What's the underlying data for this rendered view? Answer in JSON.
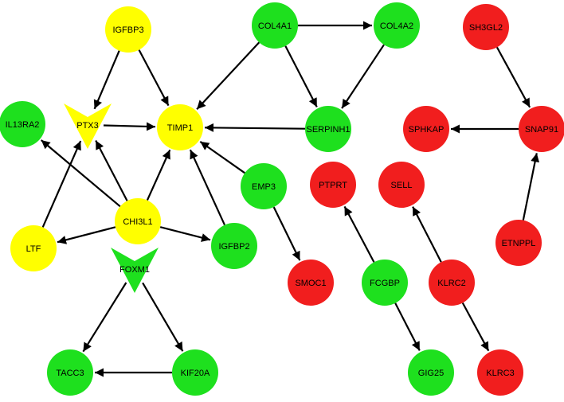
{
  "colors": {
    "yellow": "#FFFF00",
    "green": "#1EE01E",
    "red": "#F11E1E",
    "edge": "#000000"
  },
  "nodes": [
    {
      "id": "IGFBP3",
      "label": "IGFBP3",
      "color": "yellow",
      "shape": "circle"
    },
    {
      "id": "PTX3",
      "label": "PTX3",
      "color": "yellow",
      "shape": "v"
    },
    {
      "id": "TIMP1",
      "label": "TIMP1",
      "color": "yellow",
      "shape": "circle"
    },
    {
      "id": "CHI3L1",
      "label": "CHI3L1",
      "color": "yellow",
      "shape": "circle"
    },
    {
      "id": "LTF",
      "label": "LTF",
      "color": "yellow",
      "shape": "circle"
    },
    {
      "id": "IL13RA2",
      "label": "IL13RA2",
      "color": "green",
      "shape": "circle"
    },
    {
      "id": "COL4A1",
      "label": "COL4A1",
      "color": "green",
      "shape": "circle"
    },
    {
      "id": "COL4A2",
      "label": "COL4A2",
      "color": "green",
      "shape": "circle"
    },
    {
      "id": "SERPINH1",
      "label": "SERPINH1",
      "color": "green",
      "shape": "circle"
    },
    {
      "id": "EMP3",
      "label": "EMP3",
      "color": "green",
      "shape": "circle"
    },
    {
      "id": "IGFBP2",
      "label": "IGFBP2",
      "color": "green",
      "shape": "circle"
    },
    {
      "id": "FOXM1",
      "label": "FOXM1",
      "color": "green",
      "shape": "v"
    },
    {
      "id": "TACC3",
      "label": "TACC3",
      "color": "green",
      "shape": "circle"
    },
    {
      "id": "KIF20A",
      "label": "KIF20A",
      "color": "green",
      "shape": "circle"
    },
    {
      "id": "FCGBP",
      "label": "FCGBP",
      "color": "green",
      "shape": "circle"
    },
    {
      "id": "GIG25",
      "label": "GIG25",
      "color": "green",
      "shape": "circle"
    },
    {
      "id": "SH3GL2",
      "label": "SH3GL2",
      "color": "red",
      "shape": "circle"
    },
    {
      "id": "SNAP91",
      "label": "SNAP91",
      "color": "red",
      "shape": "circle"
    },
    {
      "id": "SPHKAP",
      "label": "SPHKAP",
      "color": "red",
      "shape": "circle"
    },
    {
      "id": "ETNPPL",
      "label": "ETNPPL",
      "color": "red",
      "shape": "circle"
    },
    {
      "id": "PTPRT",
      "label": "PTPRT",
      "color": "red",
      "shape": "circle"
    },
    {
      "id": "SELL",
      "label": "SELL",
      "color": "red",
      "shape": "circle"
    },
    {
      "id": "SMOC1",
      "label": "SMOC1",
      "color": "red",
      "shape": "circle"
    },
    {
      "id": "KLRC2",
      "label": "KLRC2",
      "color": "red",
      "shape": "circle"
    },
    {
      "id": "KLRC3",
      "label": "KLRC3",
      "color": "red",
      "shape": "circle"
    }
  ],
  "edges": [
    {
      "from": "IGFBP3",
      "to": "PTX3"
    },
    {
      "from": "IGFBP3",
      "to": "TIMP1"
    },
    {
      "from": "PTX3",
      "to": "TIMP1"
    },
    {
      "from": "COL4A1",
      "to": "TIMP1"
    },
    {
      "from": "COL4A1",
      "to": "COL4A2"
    },
    {
      "from": "COL4A1",
      "to": "SERPINH1"
    },
    {
      "from": "COL4A2",
      "to": "SERPINH1"
    },
    {
      "from": "SERPINH1",
      "to": "TIMP1"
    },
    {
      "from": "CHI3L1",
      "to": "IL13RA2"
    },
    {
      "from": "CHI3L1",
      "to": "PTX3"
    },
    {
      "from": "CHI3L1",
      "to": "TIMP1"
    },
    {
      "from": "CHI3L1",
      "to": "LTF"
    },
    {
      "from": "CHI3L1",
      "to": "IGFBP2"
    },
    {
      "from": "LTF",
      "to": "PTX3"
    },
    {
      "from": "IGFBP2",
      "to": "TIMP1"
    },
    {
      "from": "EMP3",
      "to": "TIMP1"
    },
    {
      "from": "EMP3",
      "to": "SMOC1"
    },
    {
      "from": "FOXM1",
      "to": "TACC3"
    },
    {
      "from": "FOXM1",
      "to": "KIF20A"
    },
    {
      "from": "KIF20A",
      "to": "TACC3"
    },
    {
      "from": "FCGBP",
      "to": "PTPRT"
    },
    {
      "from": "FCGBP",
      "to": "GIG25"
    },
    {
      "from": "KLRC2",
      "to": "SELL"
    },
    {
      "from": "KLRC2",
      "to": "KLRC3"
    },
    {
      "from": "SH3GL2",
      "to": "SNAP91"
    },
    {
      "from": "SNAP91",
      "to": "SPHKAP"
    },
    {
      "from": "ETNPPL",
      "to": "SNAP91"
    }
  ]
}
